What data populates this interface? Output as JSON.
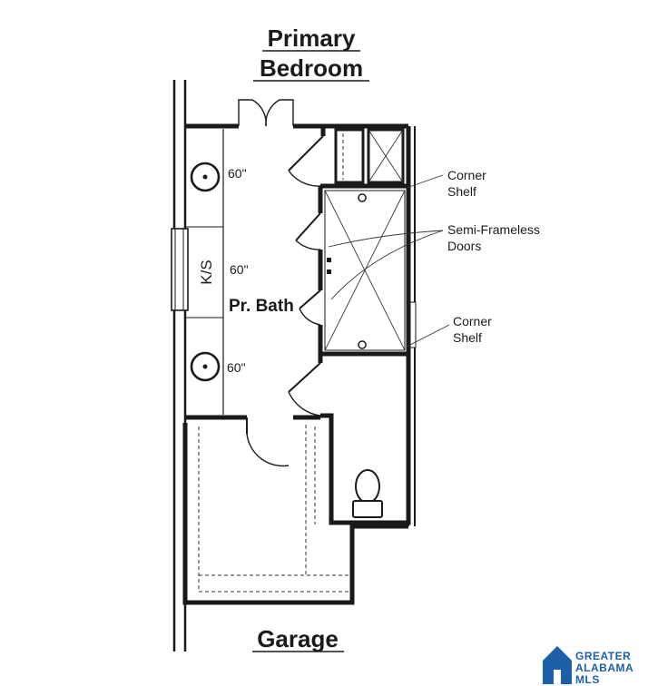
{
  "labels": {
    "top_room_line1": "Primary",
    "top_room_line2": "Bedroom",
    "bath": "Pr. Bath",
    "bottom_room": "Garage",
    "ks": "K/S",
    "dim_top": "60\"",
    "dim_mid": "60\"",
    "dim_bot": "60\""
  },
  "callouts": {
    "corner_shelf_top_line1": "Corner",
    "corner_shelf_top_line2": "Shelf",
    "semi_frameless_line1": "Semi-Frameless",
    "semi_frameless_line2": "Doors",
    "corner_shelf_bottom_line1": "Corner",
    "corner_shelf_bottom_line2": "Shelf"
  },
  "watermark": {
    "line1": "GREATER",
    "line2": "ALABAMA",
    "line3": "MLS",
    "brand_color": "#1d5fa8"
  }
}
